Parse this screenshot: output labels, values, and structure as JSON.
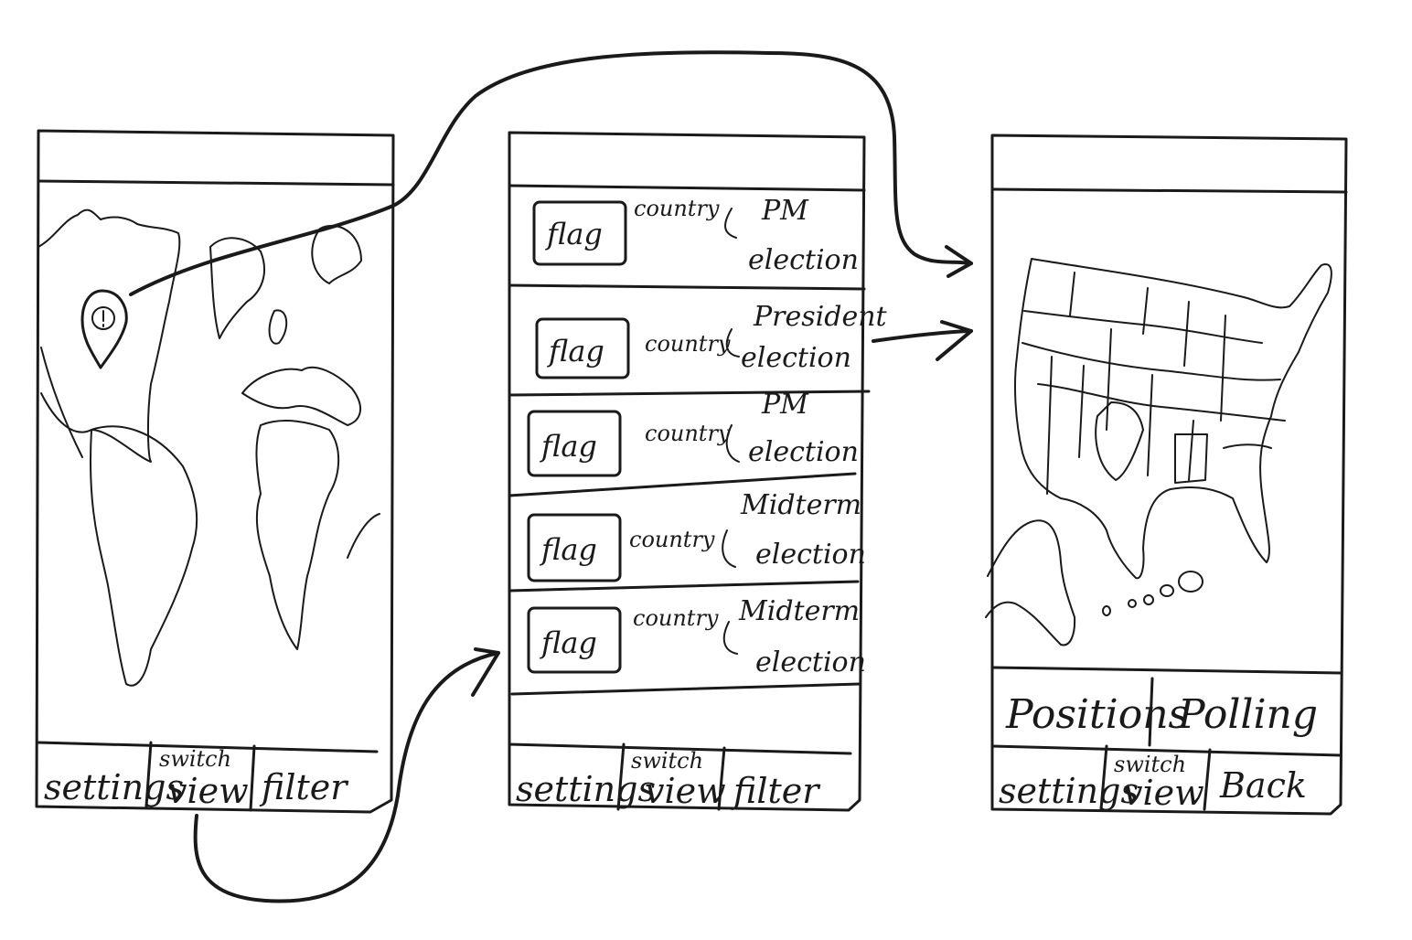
{
  "map_screen": {
    "tabs": [
      {
        "label": "settings"
      },
      {
        "label_top": "switch",
        "label_bottom": "view"
      },
      {
        "label": "filter"
      }
    ],
    "pin_icon": "map-pin-icon"
  },
  "list_screen": {
    "items": [
      {
        "flag": "flag",
        "country": "country",
        "line1": "PM",
        "line2": "election"
      },
      {
        "flag": "flag",
        "country": "country",
        "line1": "President",
        "line2": "election"
      },
      {
        "flag": "flag",
        "country": "country",
        "line1": "PM",
        "line2": "election"
      },
      {
        "flag": "flag",
        "country": "country",
        "line1": "Midterm",
        "line2": "election"
      },
      {
        "flag": "flag",
        "country": "country",
        "line1": "Midterm",
        "line2": "election"
      }
    ],
    "tabs": [
      {
        "label": "settings"
      },
      {
        "label_top": "switch",
        "label_bottom": "view"
      },
      {
        "label": "filter"
      }
    ]
  },
  "detail_screen": {
    "subtabs": [
      {
        "label": "Positions"
      },
      {
        "label": "Polling"
      }
    ],
    "tabs": [
      {
        "label": "settings"
      },
      {
        "label_top": "switch",
        "label_bottom": "view"
      },
      {
        "label": "Back"
      }
    ]
  }
}
